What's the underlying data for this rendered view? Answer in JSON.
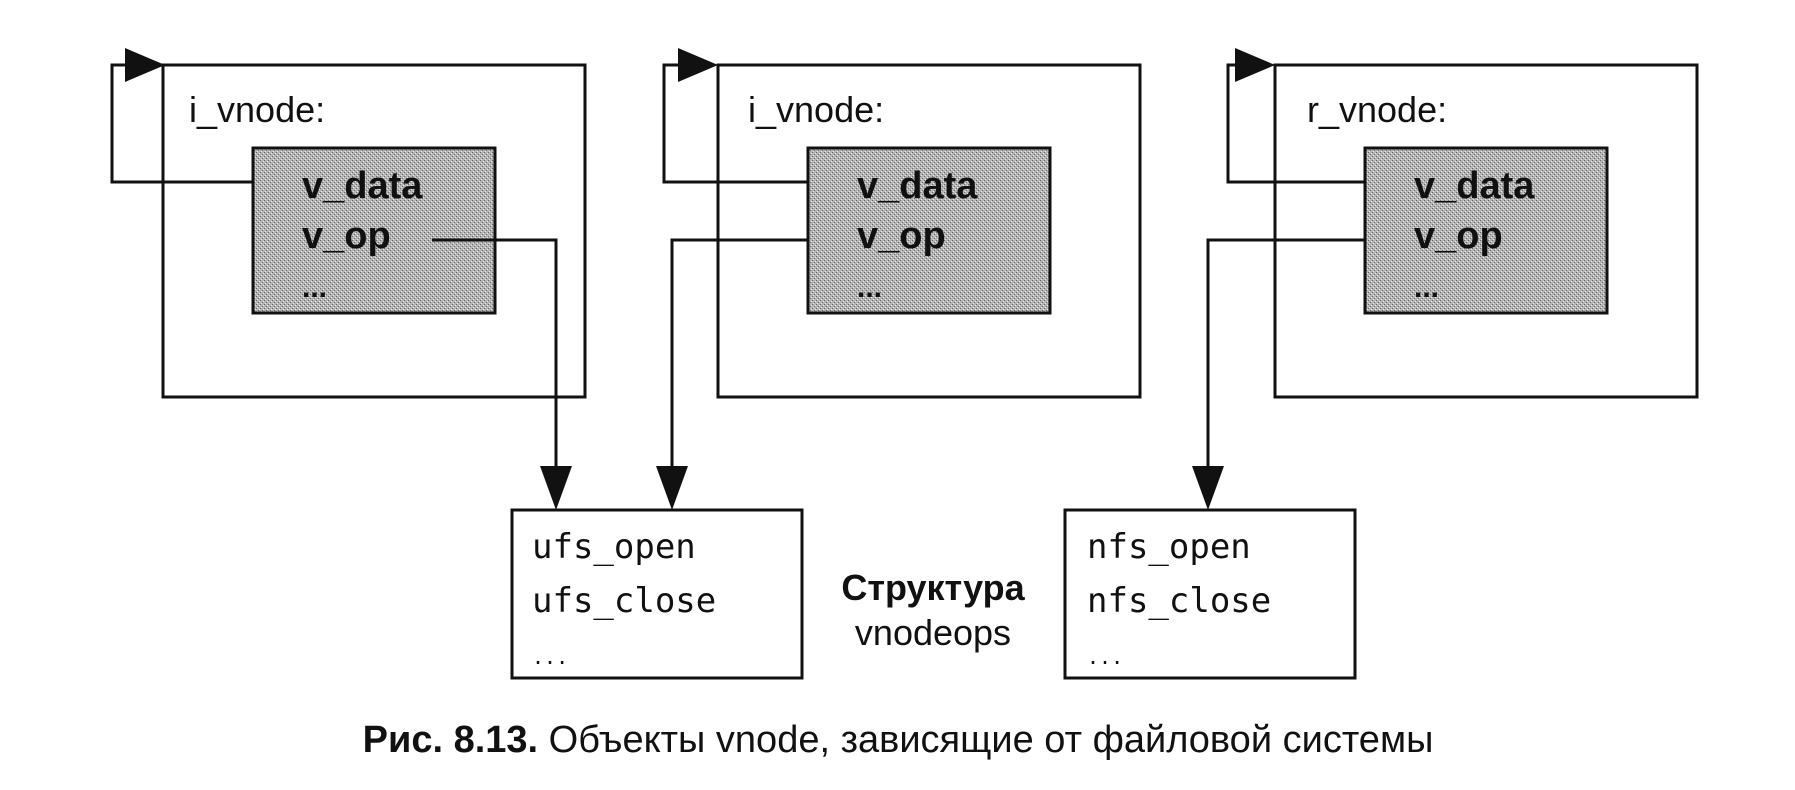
{
  "vnodes": [
    {
      "label": "i_vnode:",
      "fields": [
        "v_data",
        "v_op",
        "..."
      ]
    },
    {
      "label": "i_vnode:",
      "fields": [
        "v_data",
        "v_op",
        "..."
      ]
    },
    {
      "label": "r_vnode:",
      "fields": [
        "v_data",
        "v_op",
        "..."
      ]
    }
  ],
  "ops_tables": [
    {
      "entries": [
        "ufs_open",
        "ufs_close",
        "..."
      ]
    },
    {
      "entries": [
        "nfs_open",
        "nfs_close",
        "..."
      ]
    }
  ],
  "structure_label": {
    "line1": "Структура",
    "line2": "vnodeops"
  },
  "caption": {
    "prefix": "Рис. 8.13.",
    "text": " Объекты vnode, зависящие от файловой системы"
  },
  "colors": {
    "ink": "#111111",
    "inner_fill": "#a8a8a8",
    "background": "#ffffff"
  }
}
